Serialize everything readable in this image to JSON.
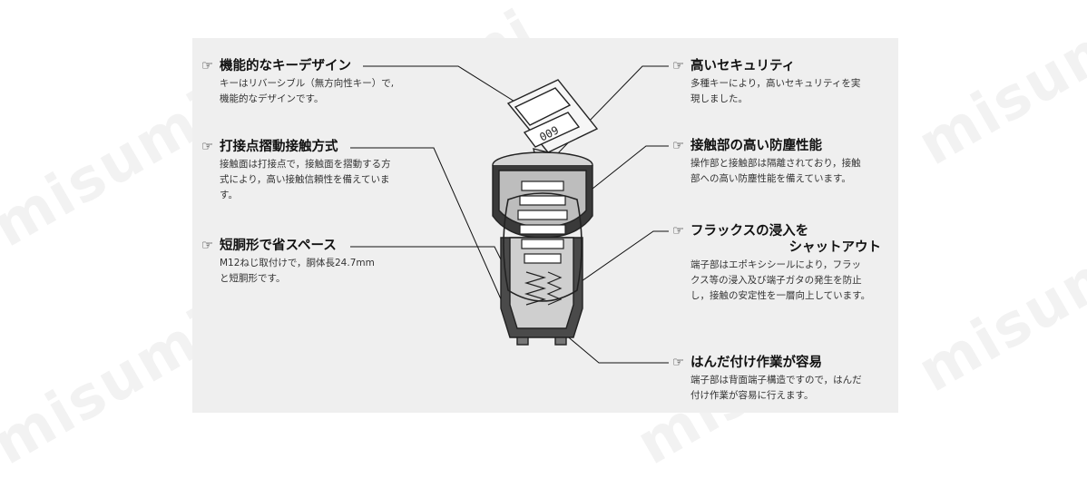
{
  "watermark": "misumi",
  "bullet_glyph": "☞",
  "features_left": [
    {
      "title": "機能的なキーデザイン",
      "lines": [
        "キーはリバーシブル（無方向性キー）で,",
        "機能的なデザインです。"
      ]
    },
    {
      "title": "打接点摺動接触方式",
      "lines": [
        "接触面は打接点で，接触面を摺動する方",
        "式により，高い接触信頼性を備えていま",
        "す。"
      ]
    },
    {
      "title": "短胴形で省スペース",
      "lines": [
        "M12ねじ取付けで，胴体長24.7mm",
        "と短胴形です。"
      ]
    }
  ],
  "features_right": [
    {
      "title": "高いセキュリティ",
      "title2": "",
      "lines": [
        "多種キーにより，高いセキュリティを実",
        "現しました。"
      ]
    },
    {
      "title": "接触部の高い防塵性能",
      "title2": "",
      "lines": [
        "操作部と接触部は隔離されており，接触",
        "部への高い防塵性能を備えています。"
      ]
    },
    {
      "title": "フラックスの浸入を",
      "title2": "シャットアウト",
      "lines": [
        "端子部はエポキシシールにより，フラッ",
        "クス等の浸入及び端子ガタの発生を防止",
        "し，接触の安定性を一層向上しています。"
      ]
    },
    {
      "title": "はんだ付け作業が容易",
      "title2": "",
      "lines": [
        "端子部は背面端子構造ですので，はんだ",
        "付け作業が容易に行えます。"
      ]
    }
  ],
  "key_number": "009"
}
